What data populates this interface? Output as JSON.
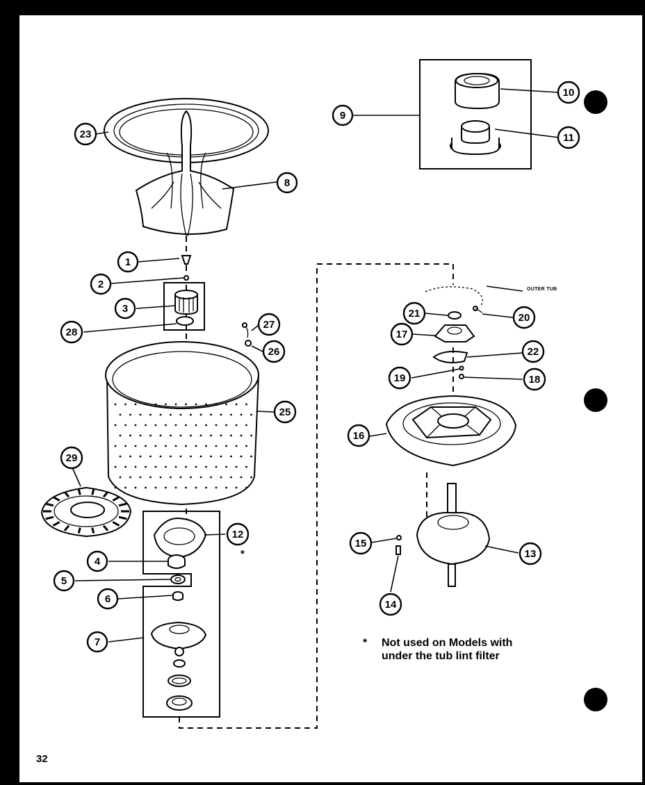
{
  "page_number": "32",
  "note": {
    "marker": "*",
    "lines": [
      "Not used on Models with",
      "under the tub lint filter"
    ]
  },
  "outer_tub_label": "OUTER TUB",
  "callouts": [
    {
      "id": "1",
      "label": "1"
    },
    {
      "id": "2",
      "label": "2"
    },
    {
      "id": "3",
      "label": "3"
    },
    {
      "id": "4",
      "label": "4"
    },
    {
      "id": "5",
      "label": "5"
    },
    {
      "id": "6",
      "label": "6"
    },
    {
      "id": "7",
      "label": "7"
    },
    {
      "id": "8",
      "label": "8"
    },
    {
      "id": "9",
      "label": "9"
    },
    {
      "id": "10",
      "label": "10"
    },
    {
      "id": "11",
      "label": "11"
    },
    {
      "id": "12",
      "label": "12"
    },
    {
      "id": "13",
      "label": "13"
    },
    {
      "id": "14",
      "label": "14"
    },
    {
      "id": "15",
      "label": "15"
    },
    {
      "id": "16",
      "label": "16"
    },
    {
      "id": "17",
      "label": "17"
    },
    {
      "id": "18",
      "label": "18"
    },
    {
      "id": "19",
      "label": "19"
    },
    {
      "id": "20",
      "label": "20"
    },
    {
      "id": "21",
      "label": "21"
    },
    {
      "id": "22",
      "label": "22"
    },
    {
      "id": "23",
      "label": "23"
    },
    {
      "id": "25",
      "label": "25"
    },
    {
      "id": "26",
      "label": "26"
    },
    {
      "id": "27",
      "label": "27"
    },
    {
      "id": "28",
      "label": "28"
    },
    {
      "id": "29",
      "label": "29"
    }
  ]
}
